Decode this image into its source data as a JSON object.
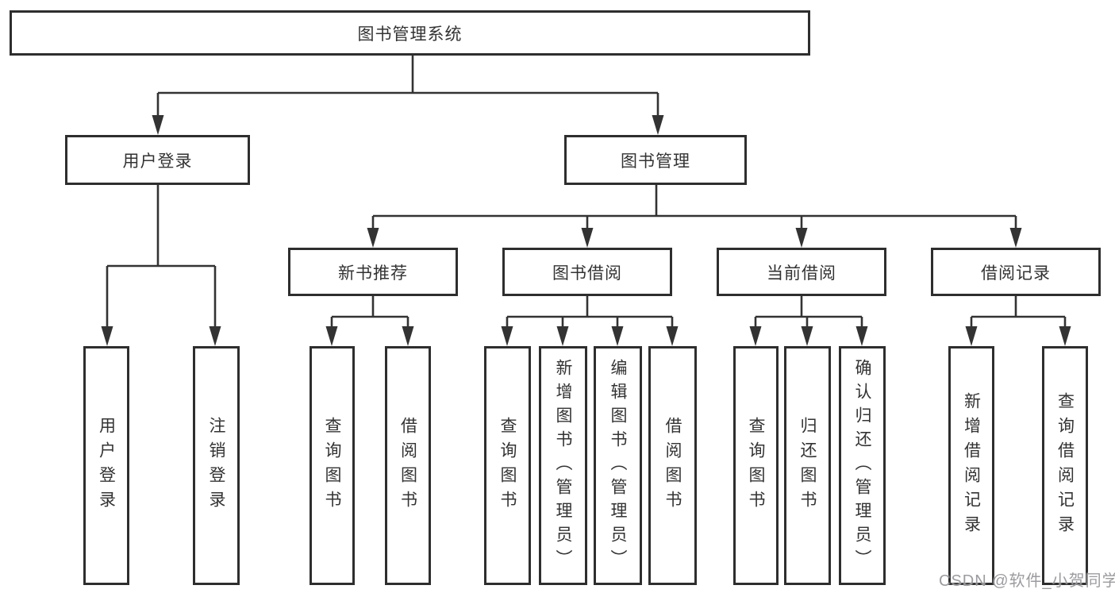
{
  "title": "图书管理系统",
  "watermark": "CSDN @软件_小贺同学",
  "colors": {
    "line": "#333333",
    "box_border": "#2e2e2e",
    "text": "#333333",
    "watermark": "#949498",
    "background": "#ffffff"
  },
  "tree": {
    "label": "图书管理系统",
    "children": [
      {
        "label": "用户登录",
        "children": [
          {
            "label": "用户登录"
          },
          {
            "label": "注销登录"
          }
        ]
      },
      {
        "label": "图书管理",
        "children": [
          {
            "label": "新书推荐",
            "children": [
              {
                "label": "查询图书"
              },
              {
                "label": "借阅图书"
              }
            ]
          },
          {
            "label": "图书借阅",
            "children": [
              {
                "label": "查询图书"
              },
              {
                "label": "新增图书（管理员）"
              },
              {
                "label": "编辑图书（管理员）"
              },
              {
                "label": "借阅图书"
              }
            ]
          },
          {
            "label": "当前借阅",
            "children": [
              {
                "label": "查询图书"
              },
              {
                "label": "归还图书"
              },
              {
                "label": "确认归还（管理员）"
              }
            ]
          },
          {
            "label": "借阅记录",
            "children": [
              {
                "label": "新增借阅记录"
              },
              {
                "label": "查询借阅记录"
              }
            ]
          }
        ]
      }
    ]
  }
}
